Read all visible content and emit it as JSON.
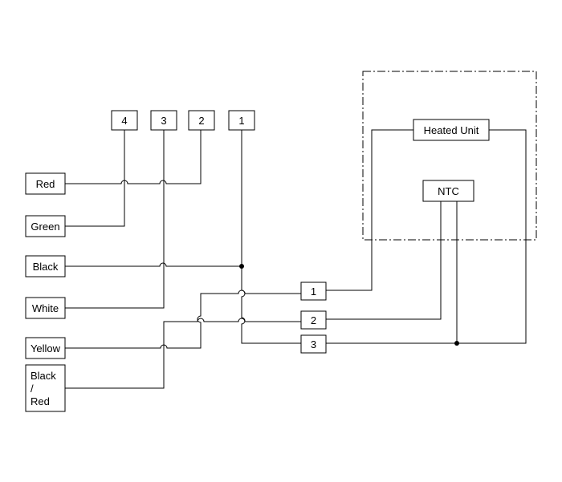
{
  "top_pins": [
    "4",
    "3",
    "2",
    "1"
  ],
  "wire_labels": [
    "Red",
    "Green",
    "Black",
    "White",
    "Yellow"
  ],
  "black_red_label": [
    "Black",
    "/",
    "Red"
  ],
  "output_pins": [
    "1",
    "2",
    "3"
  ],
  "components": {
    "heated_unit": "Heated Unit",
    "ntc": "NTC"
  }
}
